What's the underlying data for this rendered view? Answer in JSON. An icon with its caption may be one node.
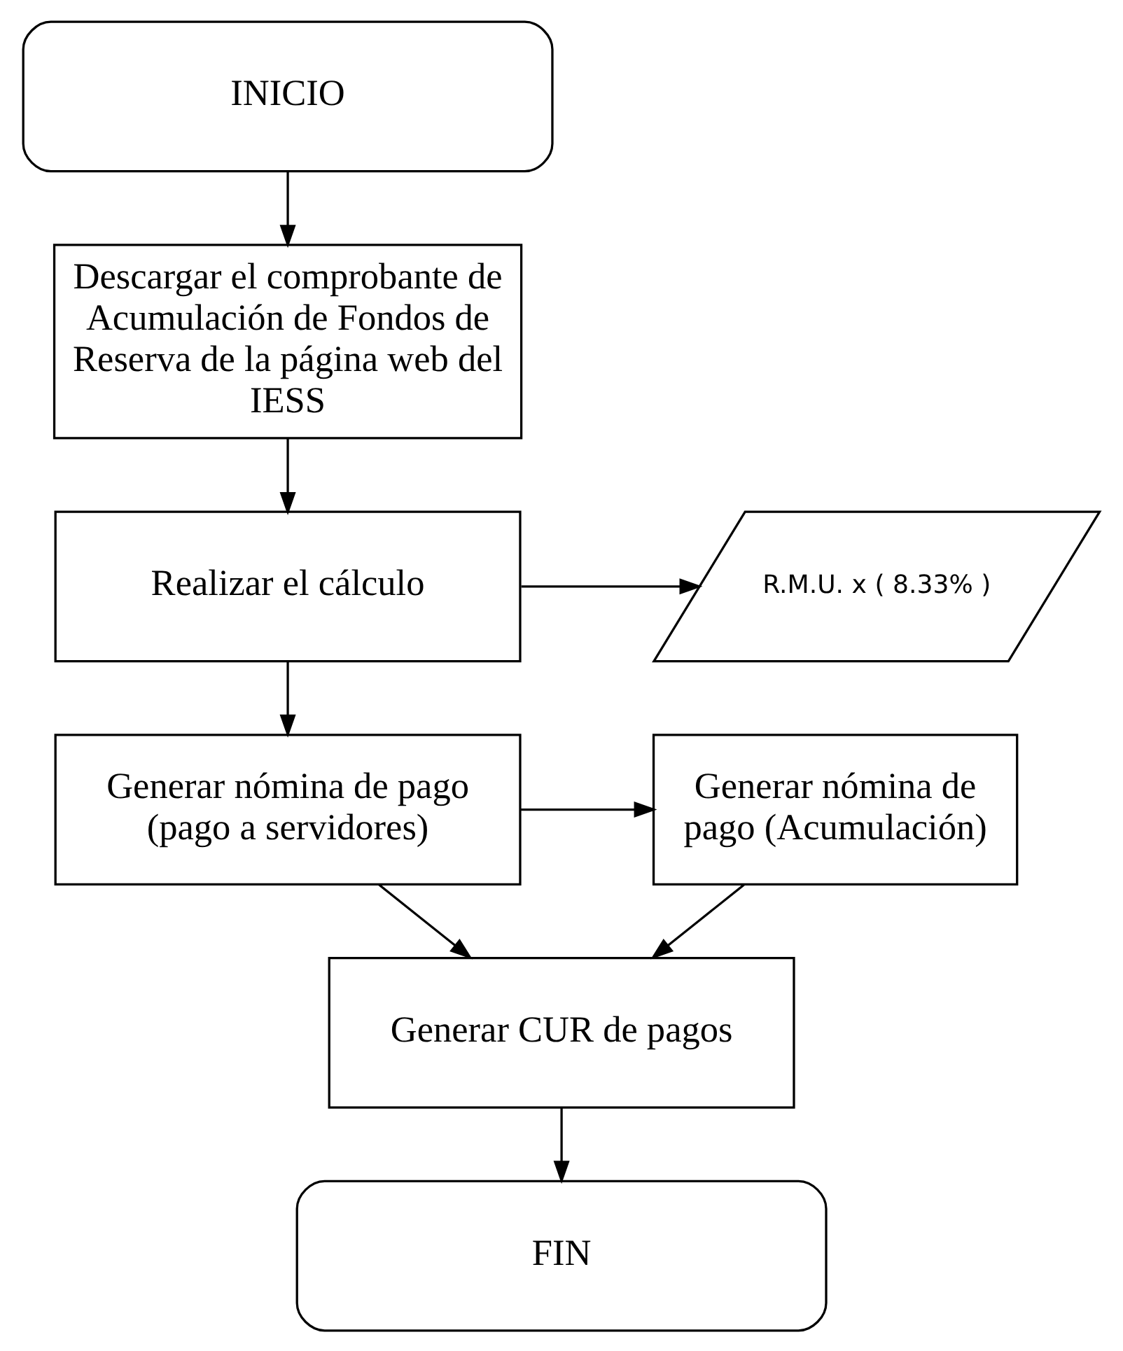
{
  "diagram": {
    "nodes": [
      {
        "text": [
          "INICIO"
        ]
      },
      {
        "text": [
          "Descargar el comprobante de Acumulación de Fondos de Reserva de la página web del IESS"
        ]
      },
      {
        "text": [
          "Realizar el cálculo"
        ]
      },
      {
        "text": [
          "R.M.U. x ( 8.33% )"
        ]
      },
      {
        "text": [
          "Generar nómina de pago (pago a servidores)"
        ]
      },
      {
        "text": [
          "Generar nómina de pago (Acumulación)"
        ]
      },
      {
        "text": [
          "Generar CUR de pagos"
        ]
      },
      {
        "text": [
          "FIN"
        ]
      }
    ],
    "edges": [
      {
        "from": 0,
        "to": 1,
        "arrow": "to"
      },
      {
        "from": 1,
        "to": 2,
        "arrow": "to"
      },
      {
        "from": 2,
        "to": 3,
        "arrow": "to"
      },
      {
        "from": 2,
        "to": 4,
        "arrow": "to"
      },
      {
        "from": 4,
        "to": 5,
        "arrow": "to"
      },
      {
        "from": 4,
        "to": 6,
        "arrow": "to"
      },
      {
        "from": 5,
        "to": 6,
        "arrow": "to"
      },
      {
        "from": 6,
        "to": 7,
        "arrow": "to"
      }
    ]
  }
}
